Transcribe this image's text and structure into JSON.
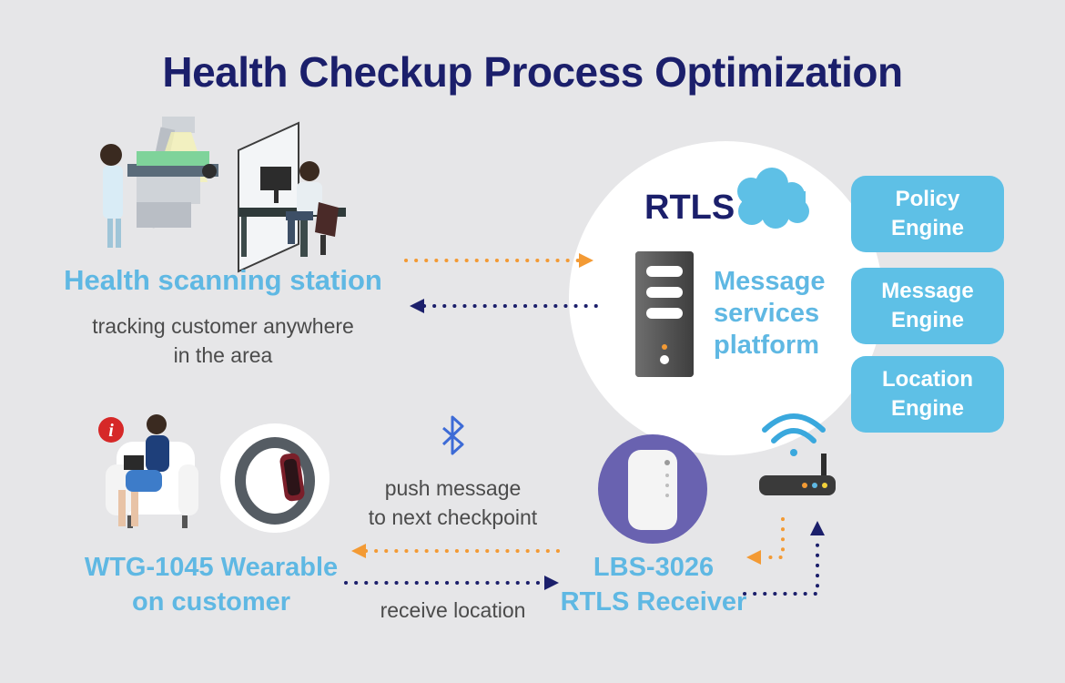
{
  "title": "Health Checkup Process Optimization",
  "station": {
    "title": "Health scanning station",
    "desc_line1": "tracking customer anywhere",
    "desc_line2": "in the area"
  },
  "rtls": {
    "label": "RTLS",
    "platform_line1": "Message",
    "platform_line2": "services",
    "platform_line3": "platform"
  },
  "engines": [
    {
      "line1": "Policy",
      "line2": "Engine"
    },
    {
      "line1": "Message",
      "line2": "Engine"
    },
    {
      "line1": "Location",
      "line2": "Engine"
    }
  ],
  "wearable": {
    "line1": "WTG-1045 Wearable",
    "line2": "on customer"
  },
  "receiver": {
    "line1": "LBS-3026",
    "line2": "RTLS Receiver"
  },
  "push": {
    "line1": "push message",
    "line2": "to next checkpoint"
  },
  "receive_label": "receive location",
  "colors": {
    "navy": "#1b1f6b",
    "accent": "#5fb8e3",
    "orange": "#f39a34",
    "engine": "#5ec0e6"
  },
  "icons": [
    "bluetooth-icon",
    "cloud-icon",
    "server-icon",
    "router-icon",
    "wifi-icon",
    "info-icon",
    "wristband-icon"
  ]
}
